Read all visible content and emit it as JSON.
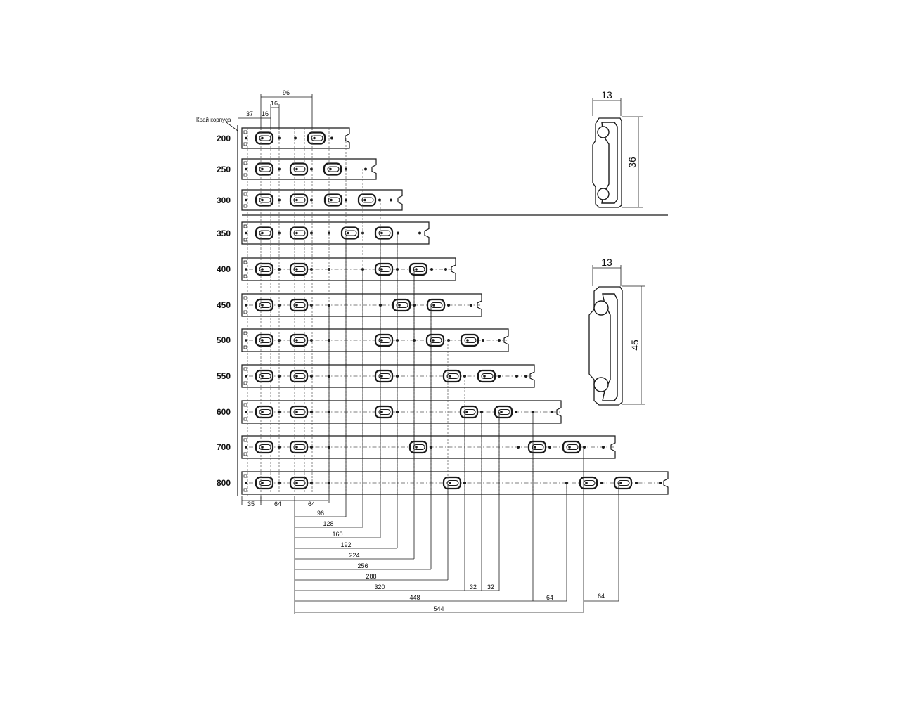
{
  "edge_label": "Край корпуса",
  "top_dims": {
    "d37": "37",
    "d16a": "16",
    "d16b": "16",
    "d96": "96"
  },
  "rows": [
    {
      "length": "200"
    },
    {
      "length": "250"
    },
    {
      "length": "300"
    },
    {
      "length": "350"
    },
    {
      "length": "400"
    },
    {
      "length": "450"
    },
    {
      "length": "500"
    },
    {
      "length": "550"
    },
    {
      "length": "600"
    },
    {
      "length": "700"
    },
    {
      "length": "800"
    }
  ],
  "bottom_dims": {
    "d35": "35",
    "d64a": "64",
    "d64b": "64",
    "d96": "96",
    "d128": "128",
    "d160": "160",
    "d192": "192",
    "d224": "224",
    "d256": "256",
    "d288": "288",
    "d320": "320",
    "d32a": "32",
    "d32b": "32",
    "d448": "448",
    "d64c": "64",
    "d64d": "64",
    "d544": "544"
  },
  "profile_small": {
    "width": "13",
    "height": "36"
  },
  "profile_large": {
    "width": "13",
    "height": "45"
  }
}
